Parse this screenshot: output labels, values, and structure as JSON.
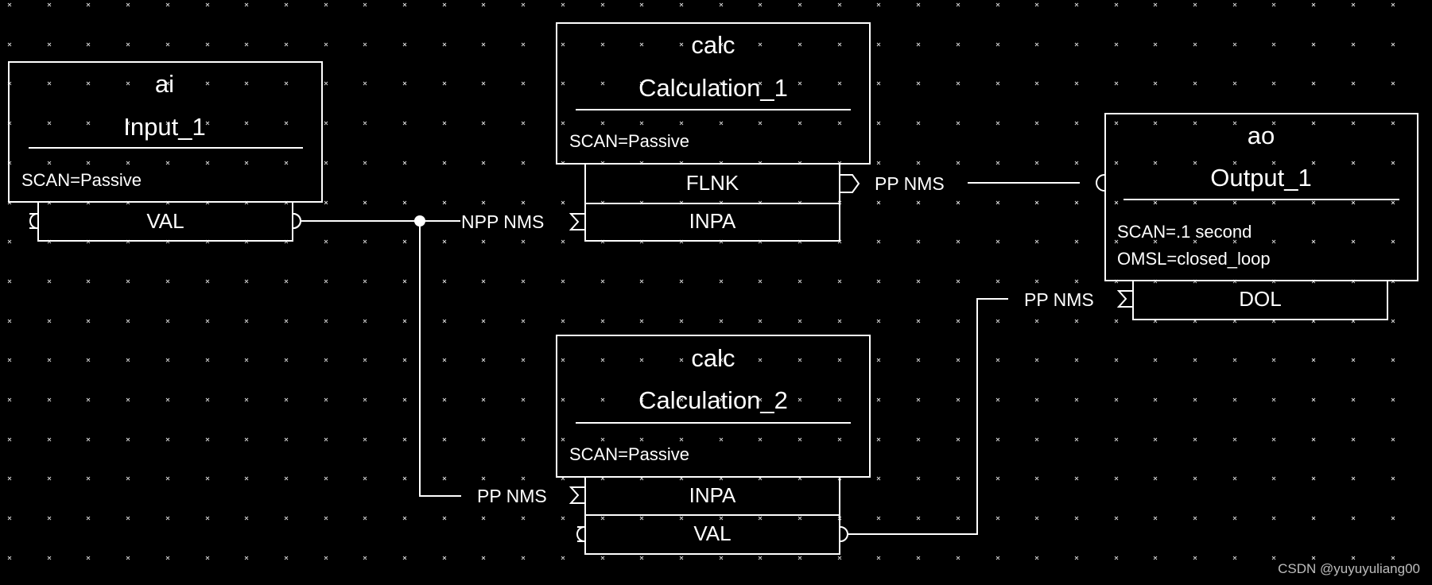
{
  "records": {
    "ai": {
      "type": "ai",
      "name": "Input_1",
      "props": [
        "SCAN=Passive"
      ],
      "fields": [
        "VAL"
      ]
    },
    "calc1": {
      "type": "calc",
      "name": "Calculation_1",
      "props": [
        "SCAN=Passive"
      ],
      "fields": [
        "FLNK",
        "INPA"
      ]
    },
    "calc2": {
      "type": "calc",
      "name": "Calculation_2",
      "props": [
        "SCAN=Passive"
      ],
      "fields": [
        "INPA",
        "VAL"
      ]
    },
    "ao": {
      "type": "ao",
      "name": "Output_1",
      "props": [
        "SCAN=.1 second",
        "OMSL=closed_loop"
      ],
      "fields": [
        "DOL"
      ]
    }
  },
  "links": {
    "ai_to_calc1_inpa": "NPP NMS",
    "calc1_flnk_to_ao": "PP NMS",
    "ai_to_calc2_inpa": "PP NMS",
    "calc2_val_to_ao_dol": "PP NMS"
  },
  "watermark": "CSDN @yuyuyuliang00",
  "colors": {
    "background": "#000000",
    "foreground": "#ffffff",
    "grid": "#d8d8d8"
  }
}
